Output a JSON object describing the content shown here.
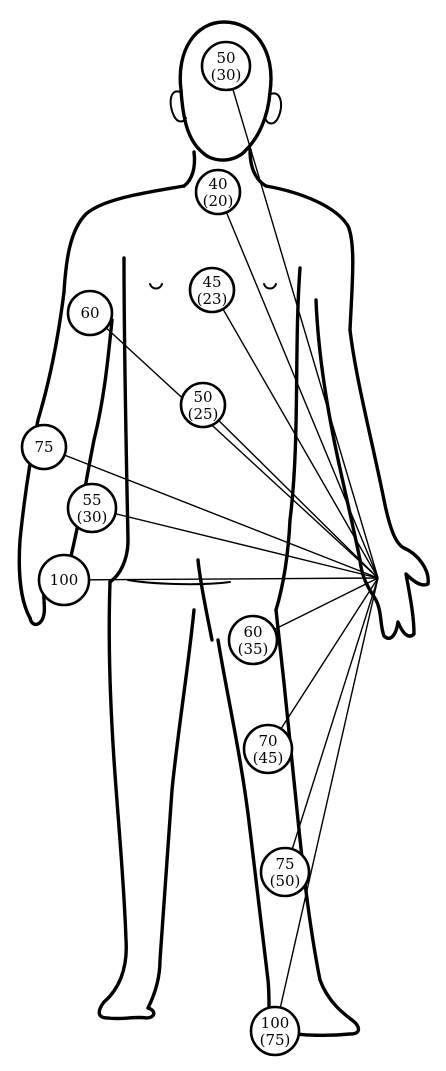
{
  "figure": {
    "origin_label": "",
    "markers": [
      {
        "id": "forehead",
        "value": "50",
        "sub": "(30)"
      },
      {
        "id": "neck",
        "value": "40",
        "sub": "(20)"
      },
      {
        "id": "chest",
        "value": "45",
        "sub": "(23)"
      },
      {
        "id": "upper-arm",
        "value": "60",
        "sub": ""
      },
      {
        "id": "abdomen",
        "value": "50",
        "sub": "(25)"
      },
      {
        "id": "forearm",
        "value": "75",
        "sub": ""
      },
      {
        "id": "groin",
        "value": "55",
        "sub": "(30)"
      },
      {
        "id": "hand",
        "value": "100",
        "sub": ""
      },
      {
        "id": "thigh",
        "value": "60",
        "sub": "(35)"
      },
      {
        "id": "knee",
        "value": "70",
        "sub": "(45)"
      },
      {
        "id": "calf",
        "value": "75",
        "sub": "(50)"
      },
      {
        "id": "foot",
        "value": "100",
        "sub": "(75)"
      }
    ]
  }
}
